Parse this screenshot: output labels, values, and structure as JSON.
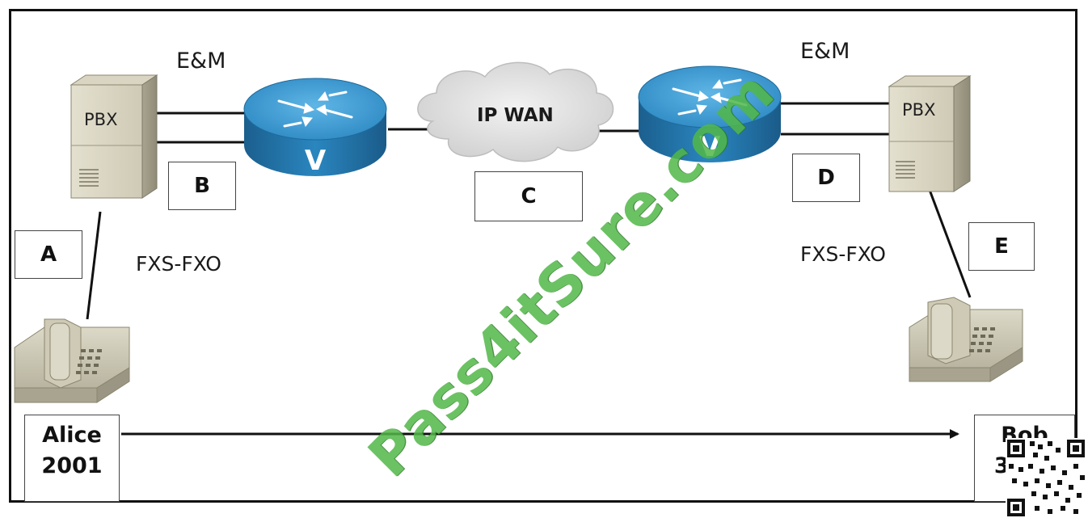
{
  "diagram": {
    "left_site": {
      "pbx_label": "PBX",
      "trunk_label": "E&M",
      "analog_label": "FXS-FXO",
      "phone_user_name": "Alice",
      "phone_user_ext": "2001"
    },
    "right_site": {
      "pbx_label": "PBX",
      "trunk_label": "E&M",
      "analog_label": "FXS-FXO",
      "phone_user_name": "Bob",
      "phone_user_ext": "3001"
    },
    "wan_label": "IP WAN",
    "answer_boxes": [
      "A",
      "B",
      "C",
      "D",
      "E"
    ],
    "watermark_text": "Pass4itSure.com"
  }
}
